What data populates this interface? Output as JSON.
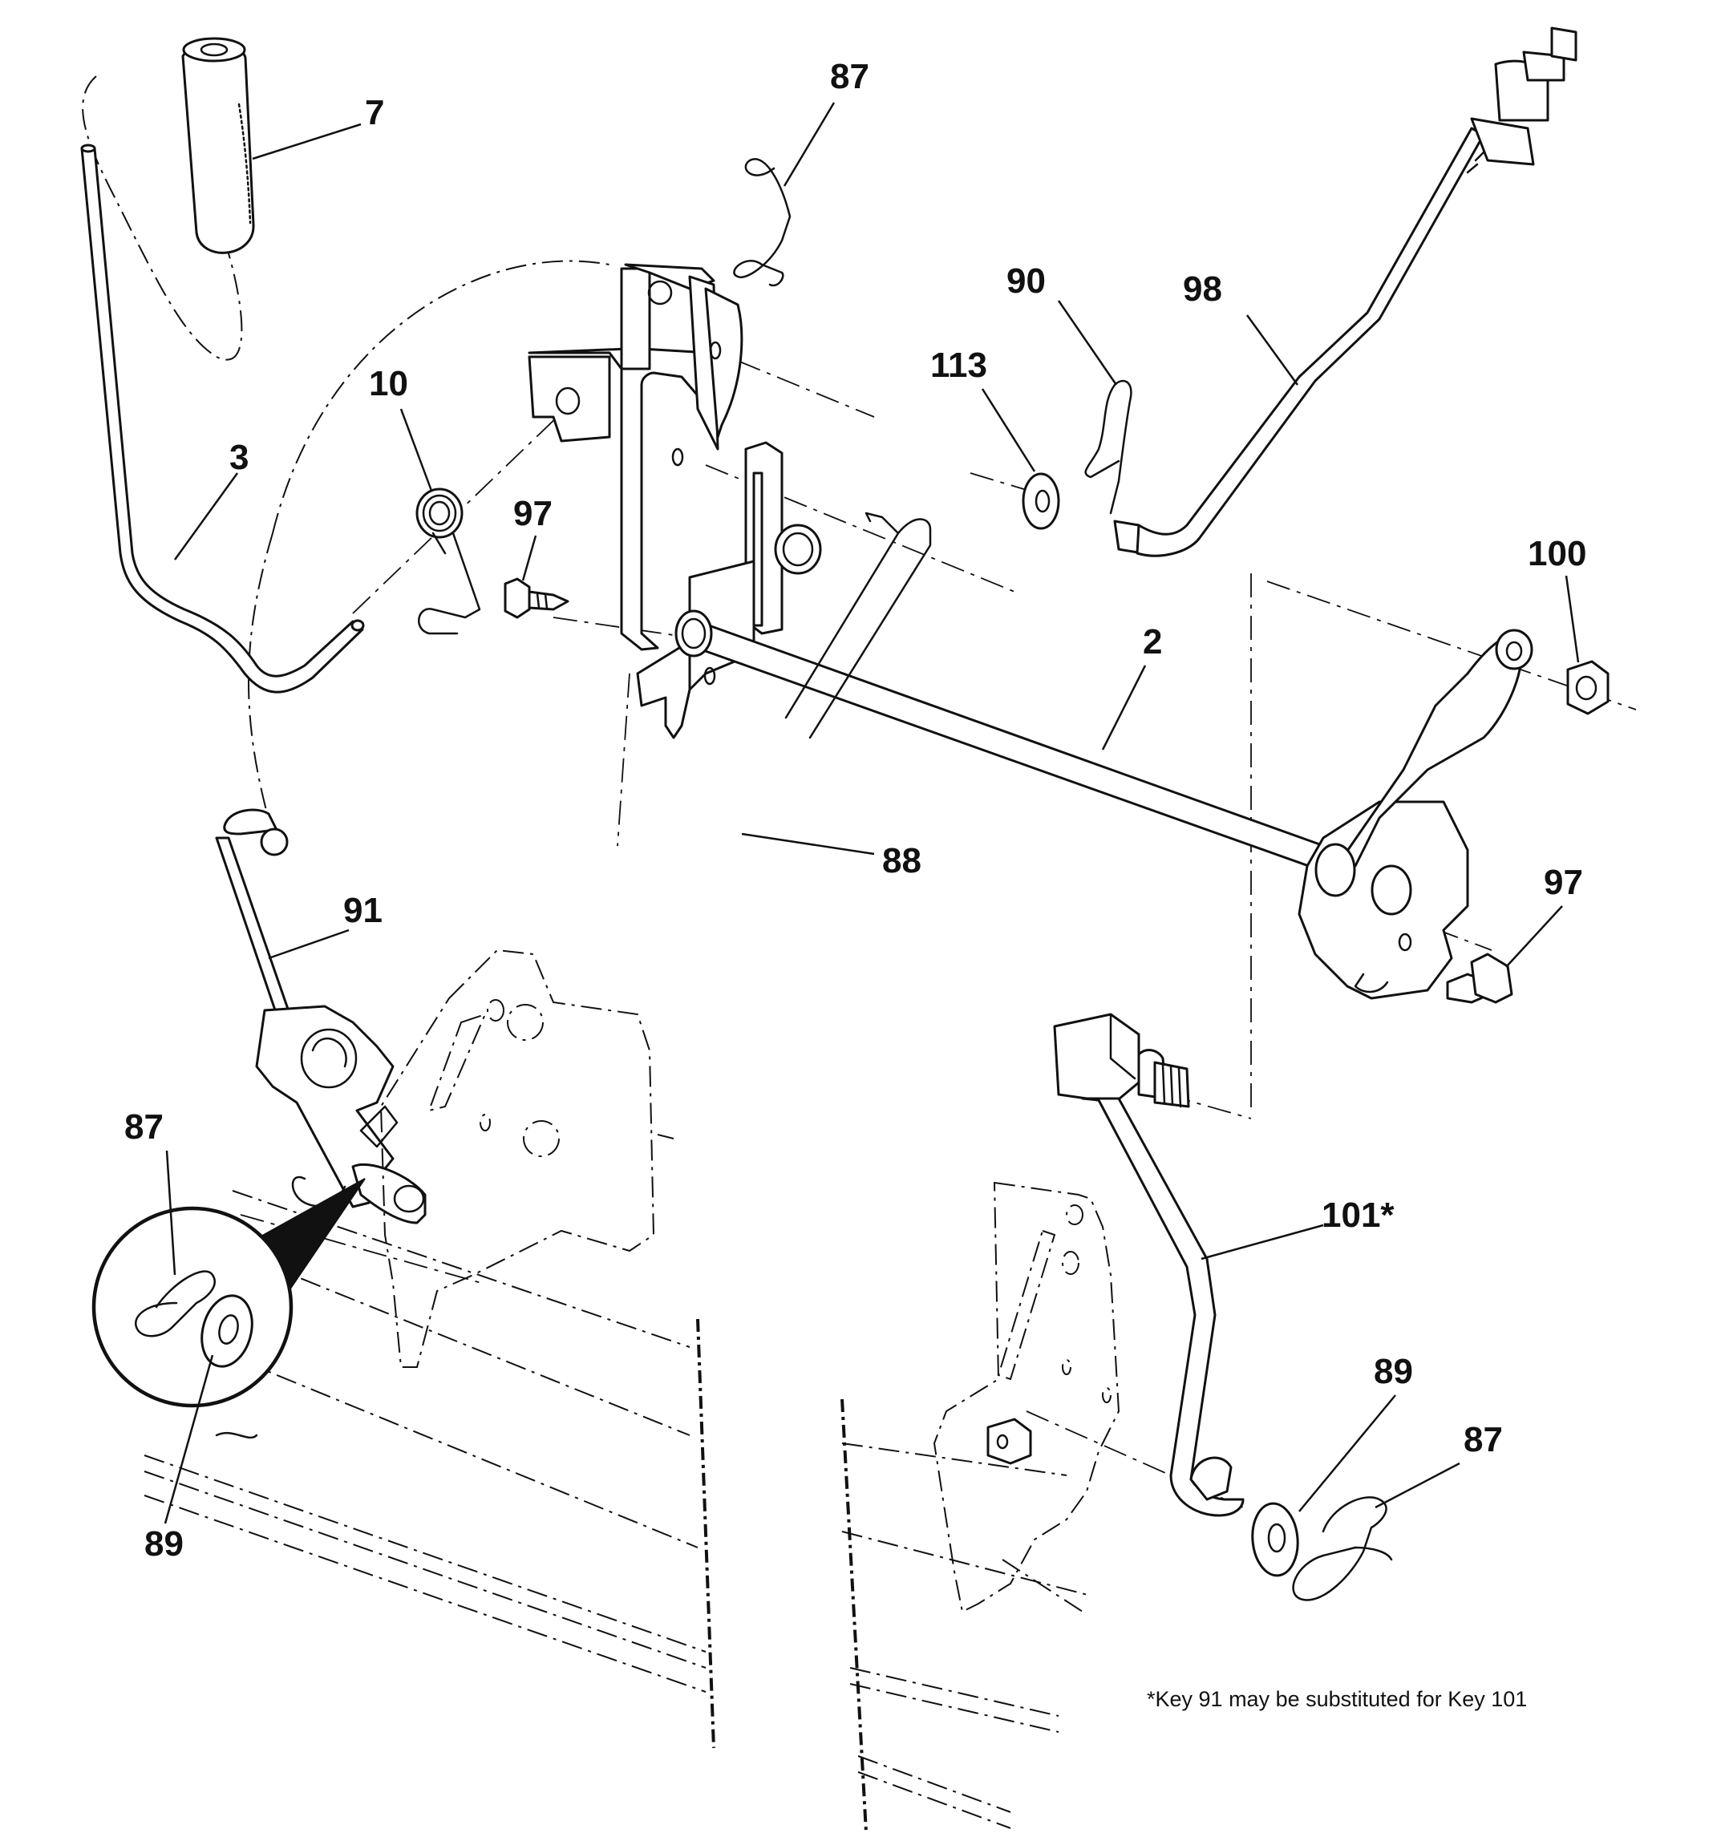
{
  "callouts": [
    {
      "id": "c7",
      "text": "7"
    },
    {
      "id": "c87a",
      "text": "87"
    },
    {
      "id": "c90",
      "text": "90"
    },
    {
      "id": "c98",
      "text": "98"
    },
    {
      "id": "c113",
      "text": "113"
    },
    {
      "id": "c10",
      "text": "10"
    },
    {
      "id": "c3",
      "text": "3"
    },
    {
      "id": "c97a",
      "text": "97"
    },
    {
      "id": "c100",
      "text": "100"
    },
    {
      "id": "c2",
      "text": "2"
    },
    {
      "id": "c88",
      "text": "88"
    },
    {
      "id": "c97b",
      "text": "97"
    },
    {
      "id": "c91",
      "text": "91"
    },
    {
      "id": "c87b",
      "text": "87"
    },
    {
      "id": "c101",
      "text": "101*"
    },
    {
      "id": "c89a",
      "text": "89"
    },
    {
      "id": "c87c",
      "text": "87"
    },
    {
      "id": "c89b",
      "text": "89"
    }
  ],
  "footnote": "*Key 91 may be substituted for Key 101"
}
